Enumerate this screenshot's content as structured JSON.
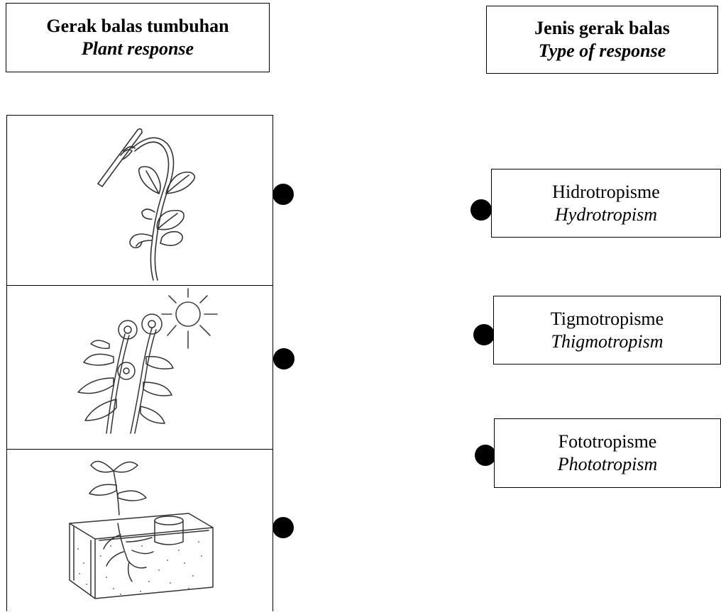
{
  "headers": {
    "left": {
      "title": "Gerak balas tumbuhan",
      "subtitle": "Plant response"
    },
    "right": {
      "title": "Jenis gerak balas",
      "subtitle": "Type of response"
    }
  },
  "plant_images": [
    {
      "icon": "climbing-plant-on-stick-icon"
    },
    {
      "icon": "flowering-plant-facing-sun-icon"
    },
    {
      "icon": "plant-roots-toward-water-icon"
    }
  ],
  "response_types": [
    {
      "label": "Hidrotropisme",
      "label_en": "Hydrotropism"
    },
    {
      "label": "Tigmotropisme",
      "label_en": "Thigmotropism"
    },
    {
      "label": "Fototropisme",
      "label_en": "Phototropism"
    }
  ]
}
